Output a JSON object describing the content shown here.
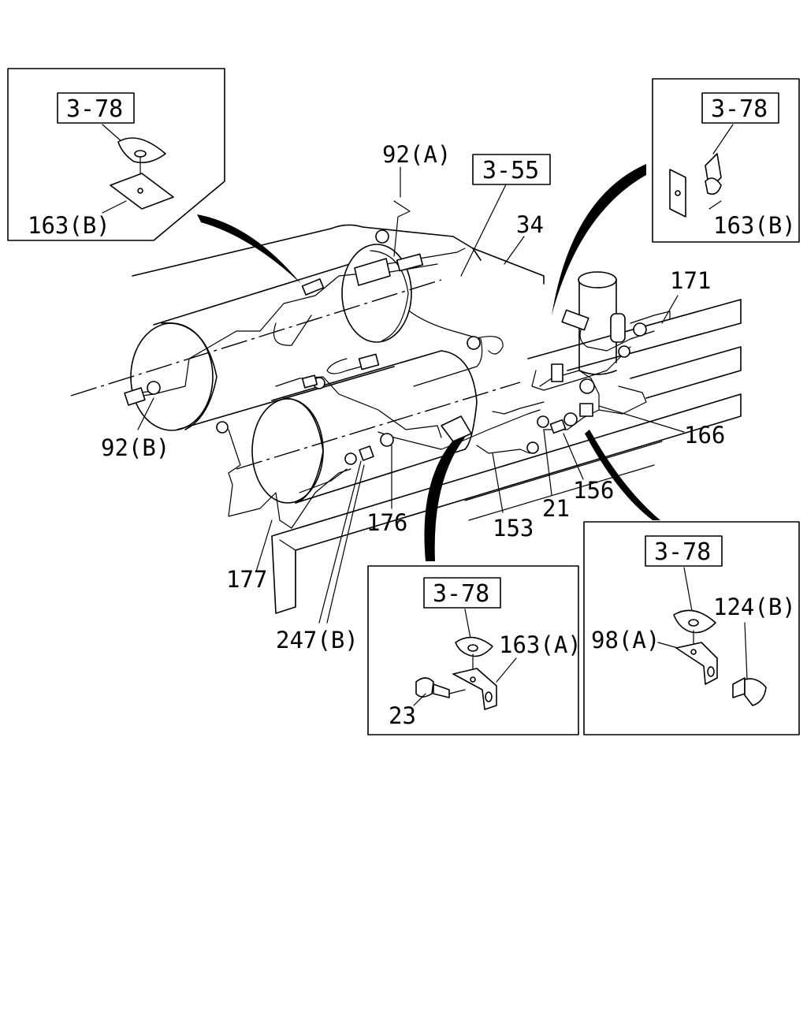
{
  "references": {
    "ref_3_55": "3-55",
    "ref_3_78_topleft": "3-78",
    "ref_3_78_topright": "3-78",
    "ref_3_78_bottomcenter": "3-78",
    "ref_3_78_bottomright": "3-78"
  },
  "callouts": {
    "c_163b_left": "163(B)",
    "c_163b_right": "163(B)",
    "c_92a": "92(A)",
    "c_92b": "92(B)",
    "c_34": "34",
    "c_171": "171",
    "c_166": "166",
    "c_156": "156",
    "c_21": "21",
    "c_153": "153",
    "c_176": "176",
    "c_177": "177",
    "c_247b": "247(B)",
    "c_163a": "163(A)",
    "c_23": "23",
    "c_124b": "124(B)",
    "c_98a": "98(A)"
  }
}
